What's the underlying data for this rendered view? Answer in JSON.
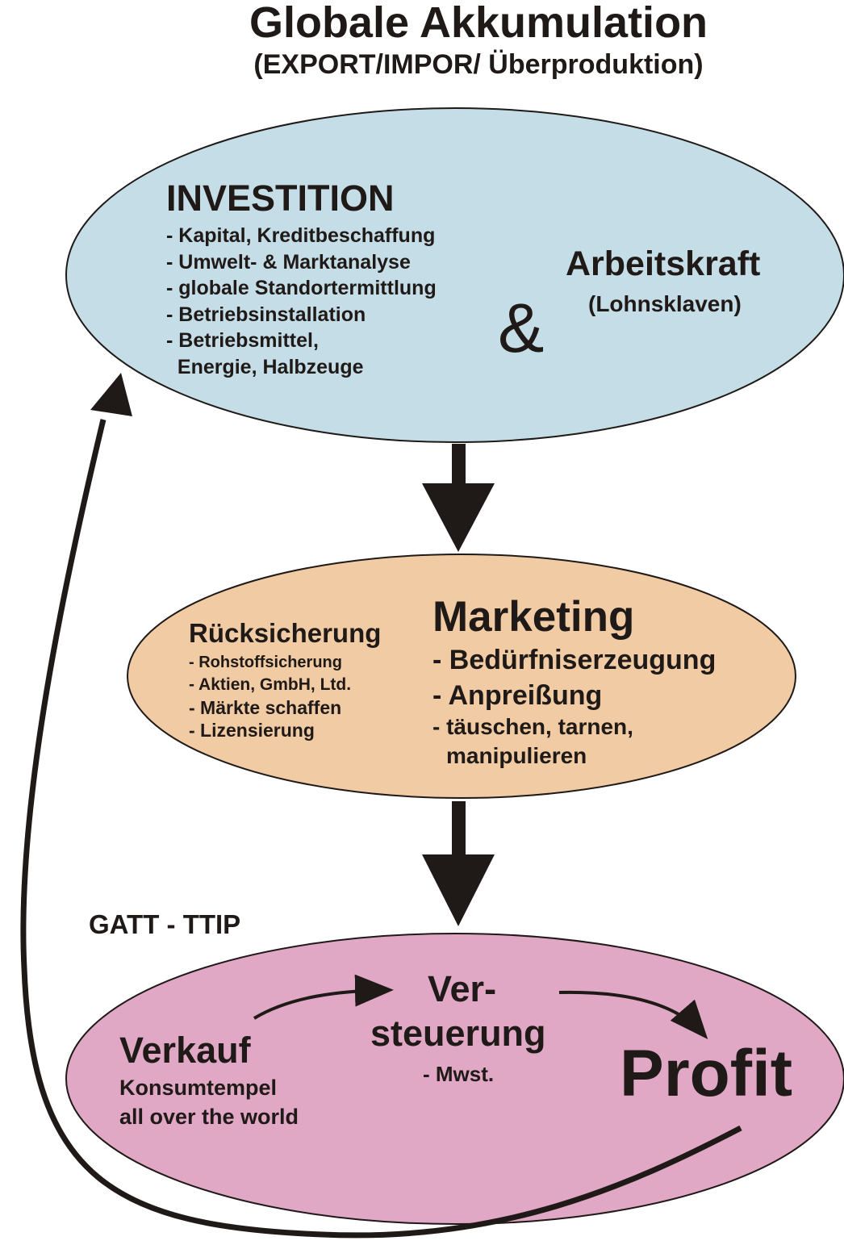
{
  "header": {
    "title": "Globale Akkumulation",
    "subtitle": "(EXPORT/IMPOR/ Überproduktion)"
  },
  "colors": {
    "investition_fill": "#c5dde6",
    "marketing_fill": "#f1cba4",
    "profit_fill": "#e0a8c5",
    "outline": "#1f1a17"
  },
  "investition": {
    "heading": "INVESTITION",
    "items": [
      "- Kapital, Kreditbeschaffung",
      "- Umwelt- & Marktanalyse",
      "- globale Standortermittlung",
      "- Betriebsinstallation",
      "- Betriebsmittel,",
      "  Energie, Halbzeuge"
    ],
    "ampersand": "&",
    "labor_title": "Arbeitskraft",
    "labor_note": "(Lohnsklaven)"
  },
  "ruecksicherung": {
    "heading": "Rücksicherung",
    "items": [
      "- Rohstoffsicherung",
      "- Aktien, GmbH, Ltd.",
      "- Märkte schaffen",
      "- Lizensierung"
    ]
  },
  "marketing": {
    "heading": "Marketing",
    "items": [
      "- Bedürfniserzeugung",
      "- Anpreißung"
    ],
    "note_line1": "- täuschen, tarnen,",
    "note_line2": "manipulieren"
  },
  "trade_label": "GATT - TTIP",
  "verkauf": {
    "heading": "Verkauf",
    "line1": "Konsumtempel",
    "line2": "all over the world"
  },
  "versteuerung": {
    "line1": "Ver-",
    "line2": "steuerung",
    "note": "- Mwst."
  },
  "profit": {
    "label": "Profit"
  }
}
